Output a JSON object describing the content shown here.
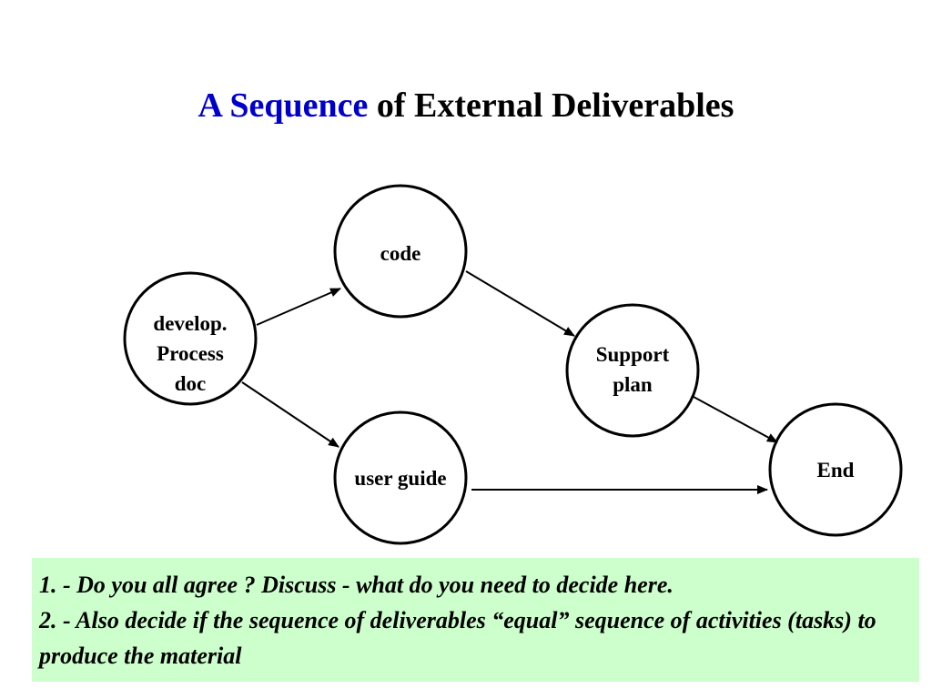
{
  "title": {
    "accent": "A Sequence",
    "rest": "of External Deliverables"
  },
  "accent_color": "#0000cc",
  "note_bg_color": "#ccffcc",
  "nodes": {
    "develop": {
      "line1": "develop.",
      "line2": "Process",
      "line3": "doc"
    },
    "code": {
      "label": "code"
    },
    "support": {
      "line1": "Support",
      "line2": "plan"
    },
    "userguide": {
      "label": "user guide"
    },
    "end": {
      "label": "End"
    }
  },
  "edges": [
    {
      "from": "develop. Process doc",
      "to": "code"
    },
    {
      "from": "develop. Process doc",
      "to": "user guide"
    },
    {
      "from": "code",
      "to": "Support plan"
    },
    {
      "from": "Support plan",
      "to": "End"
    },
    {
      "from": "user guide",
      "to": "End"
    }
  ],
  "notes": {
    "item1": "1.   - Do you all agree ?   Discuss - what do you need to decide here.",
    "item2": "2.   - Also decide if the sequence of deliverables “equal” sequence of activities (tasks) to produce the material"
  }
}
